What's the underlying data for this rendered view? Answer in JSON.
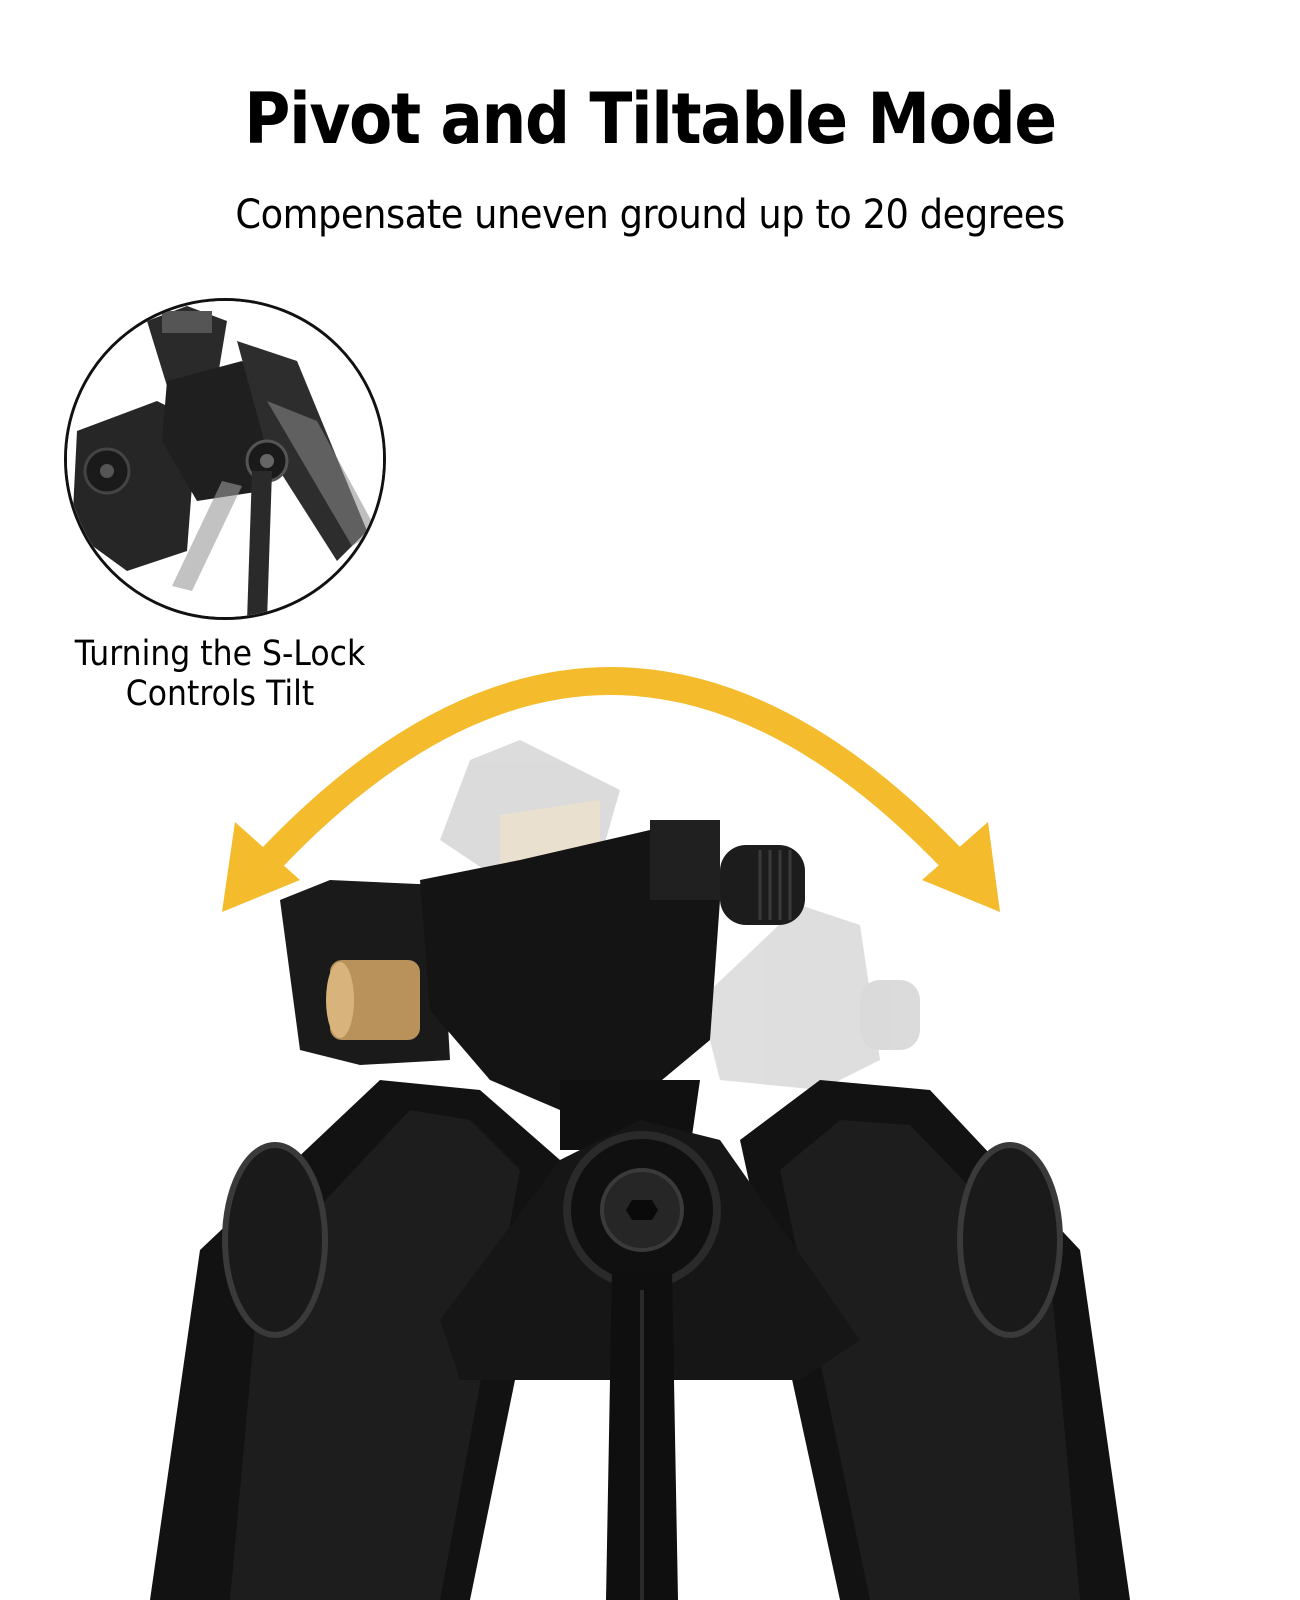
{
  "header": {
    "title": "Pivot and Tiltable Mode",
    "subtitle": "Compensate uneven ground up to 20 degrees"
  },
  "inset": {
    "caption_line1": "Turning the S-Lock",
    "caption_line2": "Controls Tilt",
    "icon": "bipod-tilt-lever-closeup"
  },
  "graphic": {
    "arrow_icon": "double-headed-curved-arrow",
    "arrow_color": "#F4BC2C",
    "product": "bipod-pivot-head",
    "product_color": "#1a1a1a",
    "ghost_color": "#c8c8c8",
    "brass_color": "#b8925a"
  }
}
